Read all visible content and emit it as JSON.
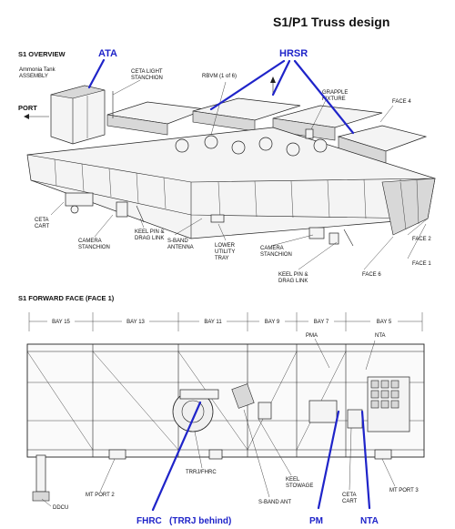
{
  "title": "S1/P1 Truss design",
  "overview": {
    "section_title": "S1 OVERVIEW",
    "labels": {
      "ammonia": [
        "Ammonia Tank",
        "ASSEMBLY"
      ],
      "port": "PORT",
      "ceta_light": [
        "CETA LIGHT",
        "STANCHION"
      ],
      "rbvm": "RBVM (1 of 6)",
      "grapple": [
        "GRAPPLE",
        "FIXTURE"
      ],
      "face4": "FACE 4",
      "face2": "FACE 2",
      "face1": "FACE 1",
      "face6": "FACE 6",
      "ceta_cart": [
        "CETA",
        "CART"
      ],
      "camera_stanchion_left": [
        "CAMERA",
        "STANCHION"
      ],
      "keel_pin_left": [
        "KEEL PIN &",
        "DRAG LINK"
      ],
      "sband": [
        "S-BAND",
        "ANTENNA"
      ],
      "lower_tray": [
        "LOWER",
        "UTILITY",
        "TRAY"
      ],
      "camera_stanchion_right": [
        "CAMERA",
        "STANCHION"
      ],
      "keel_pin_right": [
        "KEEL PIN &",
        "DRAG LINK"
      ]
    }
  },
  "forward": {
    "section_title": "S1 FORWARD FACE (FACE 1)",
    "bays": [
      "BAY 15",
      "BAY 13",
      "BAY 11",
      "BAY 9",
      "BAY 7",
      "BAY 5"
    ],
    "labels": {
      "pma": "PMA",
      "nta": "NTA",
      "ddcu": "DDCU",
      "mt_port2": "MT PORT 2",
      "trrj_fhrc": "TRRJ/FHRC",
      "keel_stowage": [
        "KEEL",
        "STOWAGE"
      ],
      "sband_ant": "S-BAND ANT",
      "ceta_cart": [
        "CETA",
        "CART"
      ],
      "mt_port3": "MT PORT 3"
    }
  },
  "annotations": {
    "ata": "ATA",
    "hrsr": "HRSR",
    "fhrc": "FHRC",
    "trrj_behind": "(TRRJ behind)",
    "pm": "PM",
    "nta": "NTA"
  },
  "colors": {
    "annotation": "#1f24c9",
    "line_art": "#222222"
  }
}
